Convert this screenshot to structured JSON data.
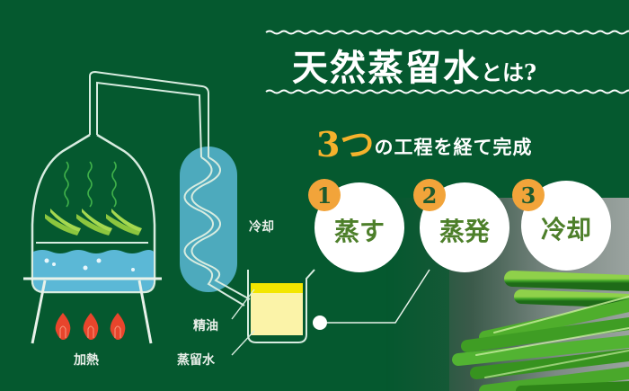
{
  "title": {
    "main": "天然蒸留水",
    "suffix": "とは?"
  },
  "subtitle": {
    "number": "3つ",
    "text": "の工程を経て完成"
  },
  "steps": [
    {
      "number": "1",
      "label": "蒸す"
    },
    {
      "number": "2",
      "label": "蒸発"
    },
    {
      "number": "3",
      "label": "冷却"
    }
  ],
  "diagram": {
    "labels": {
      "cooling": "冷却",
      "essential_oil": "精油",
      "distilled_water": "蒸留水",
      "heating": "加熱"
    }
  },
  "colors": {
    "background": "#05592f",
    "accent_orange": "#f2a43a",
    "number_yellow": "#f5b22c",
    "step_text_green": "#4d7f2a",
    "water_blue": "#5bb8d6",
    "flame_red": "#e8452c",
    "oil_yellow": "#f3e600",
    "distillate_cream": "#fbf3a8"
  }
}
